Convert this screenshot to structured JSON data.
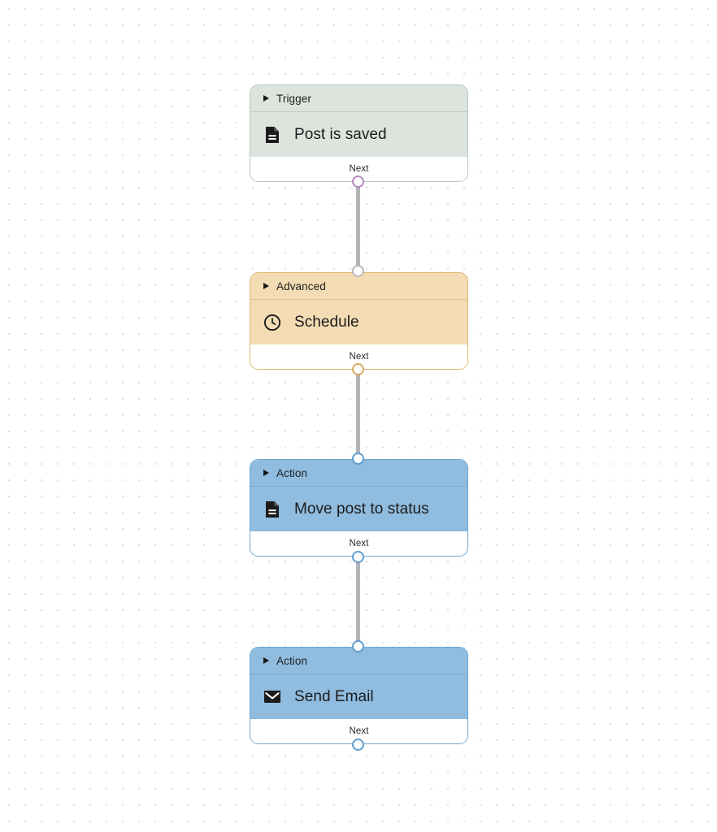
{
  "canvas": {
    "background_color": "#ffffff",
    "grid_dot_color": "#e3dede",
    "grid_spacing": "20"
  },
  "edge_color": "#b3b3b8",
  "nodes": [
    {
      "category": "Trigger",
      "title": "Post is saved",
      "icon": "document-icon",
      "footer_label": "Next",
      "header_color": "#dde4dd",
      "border_color": "#b9c6bb",
      "output_port_color": "#b48ac0"
    },
    {
      "category": "Advanced",
      "title": "Schedule",
      "icon": "clock-icon",
      "footer_label": "Next",
      "header_color": "#f3dcb3",
      "border_color": "#dfb571",
      "input_port_color": "#b8b8bc",
      "output_port_color": "#d9ab63"
    },
    {
      "category": "Action",
      "title": "Move post to status",
      "icon": "document-icon",
      "footer_label": "Next",
      "header_color": "#8fbcdf",
      "border_color": "#6aa6d4",
      "input_port_color": "#6aa6d4",
      "output_port_color": "#5f9fd0"
    },
    {
      "category": "Action",
      "title": "Send Email",
      "icon": "envelope-icon",
      "footer_label": "Next",
      "header_color": "#8fbcdf",
      "border_color": "#6aa6d4",
      "input_port_color": "#6aa6d4",
      "output_port_color": "#5f9fd0"
    }
  ]
}
